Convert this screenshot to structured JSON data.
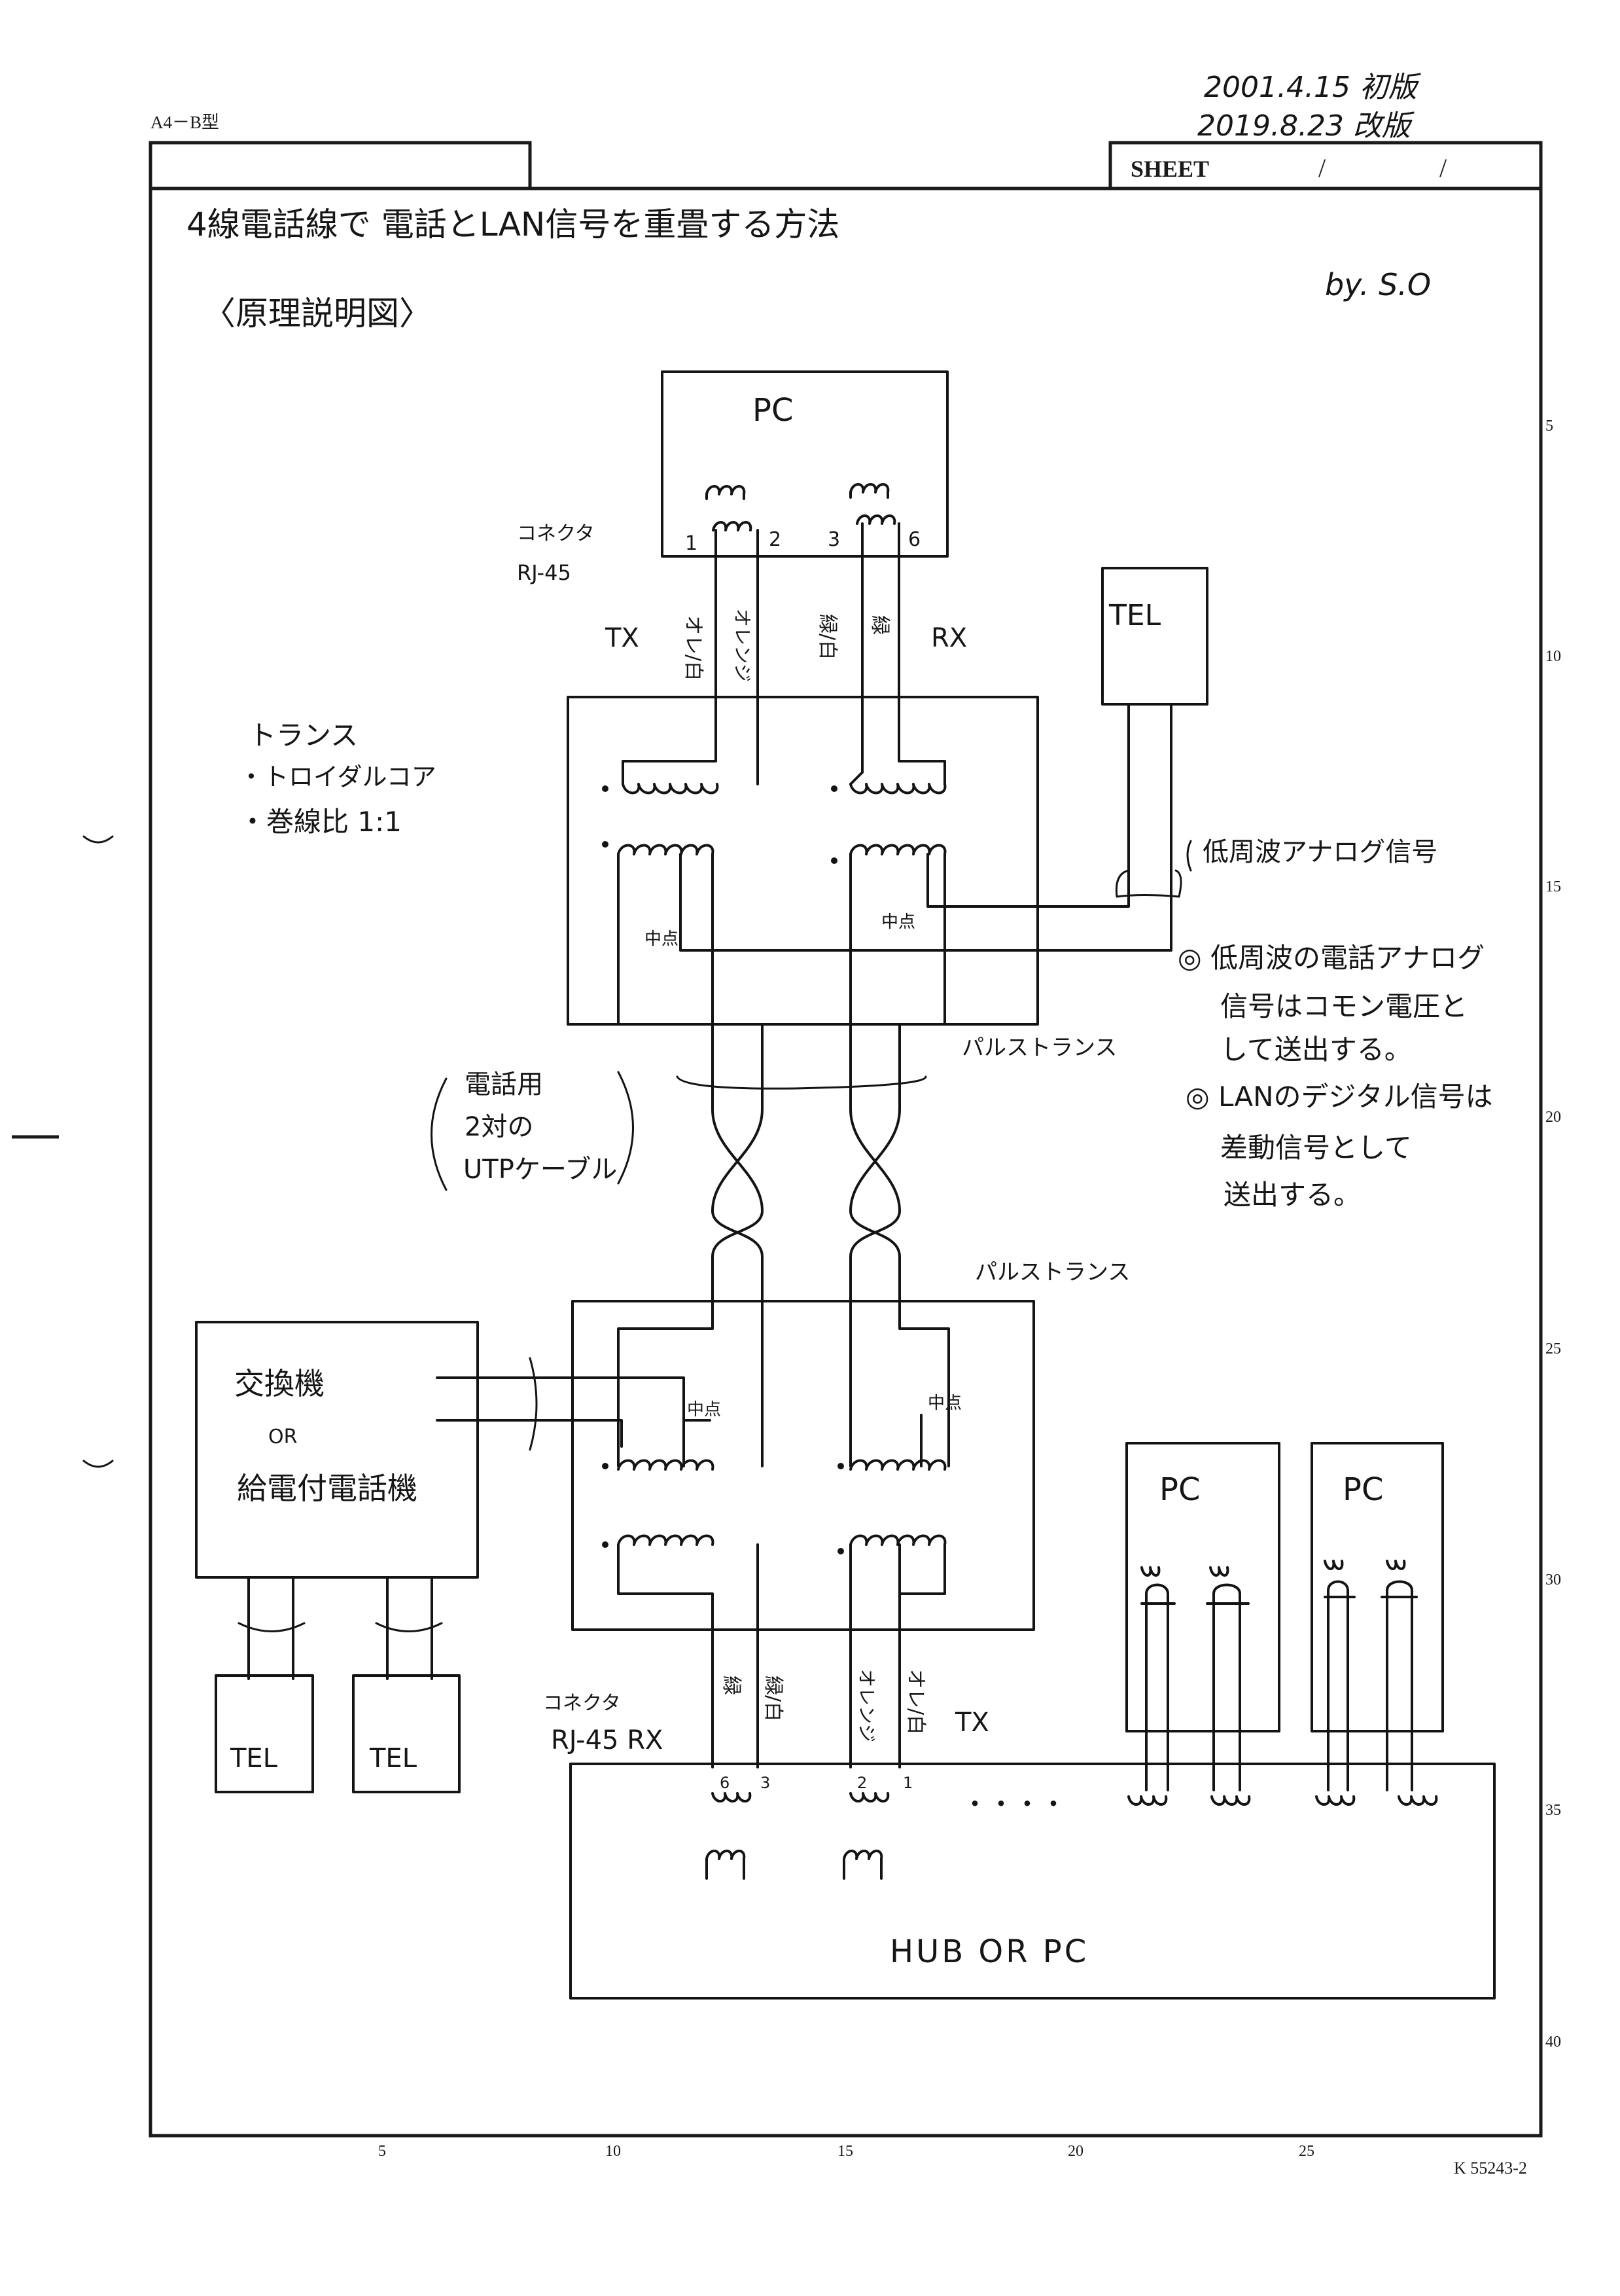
{
  "header": {
    "form_tag": "A4－B型",
    "date_first": "2001.4.15 初版",
    "date_revised": "2019.8.23 改版",
    "sheet_label": "SHEET",
    "sheet_slash_1": "/",
    "sheet_slash_2": "/"
  },
  "doc": {
    "title": "4線電話線で 電話とLAN信号を重畳する方法",
    "subtitle": "〈原理説明図〉",
    "author": "by. S.O"
  },
  "ruler": {
    "right": [
      "5",
      "10",
      "15",
      "20",
      "25",
      "30",
      "35",
      "40"
    ],
    "bottom": [
      "5",
      "10",
      "15",
      "20",
      "25"
    ],
    "form_code": "K 55243-2"
  },
  "top_section": {
    "pc_label": "PC",
    "connector_label": "コネクタ",
    "rj45_label": "RJ-45",
    "pin_1": "1",
    "pin_2": "2",
    "pin_3": "3",
    "pin_6": "6",
    "wire_orange_white": "オレ/白",
    "wire_orange": "オレンジ",
    "wire_green_white": "緑/白",
    "wire_green": "緑",
    "tx_label": "TX",
    "rx_label": "RX",
    "tel_label": "TEL",
    "midpoint_left": "中点",
    "midpoint_right": "中点",
    "pulse_transformer": "パルストランス"
  },
  "transformer_note": {
    "heading": "トランス",
    "item_1": "・トロイダルコア",
    "item_2": "・巻線比 1:1"
  },
  "cable_note": {
    "line_1": "電話用",
    "line_2": "2対の",
    "line_3": "UTPケーブル"
  },
  "signal_note": {
    "analog_signal": "低周波アナログ信号",
    "note_1_line_1": "◎ 低周波の電話アナログ",
    "note_1_line_2": "信号はコモン電圧と",
    "note_1_line_3": "して送出する。",
    "note_2_line_1": "◎ LANのデジタル信号は",
    "note_2_line_2": "差動信号として",
    "note_2_line_3": "送出する。"
  },
  "bottom_section": {
    "pulse_transformer": "パルストランス",
    "exchange_line_1": "交換機",
    "exchange_line_2": "OR",
    "exchange_line_3": "給電付電話機",
    "midpoint_left": "中点",
    "midpoint_right": "中点",
    "tel_1": "TEL",
    "tel_2": "TEL",
    "pc_1": "PC",
    "pc_2": "PC",
    "connector_label": "コネクタ",
    "rj45_rx_label": "RJ-45 RX",
    "wire_green": "緑",
    "wire_green_white": "緑/白",
    "wire_orange": "オレンジ",
    "wire_orange_white": "オレ/白",
    "tx_label": "TX",
    "pin_6": "6",
    "pin_3": "3",
    "pin_2": "2",
    "pin_1": "1",
    "ellipsis": "・・・・",
    "hub_label": "HUB OR PC"
  }
}
